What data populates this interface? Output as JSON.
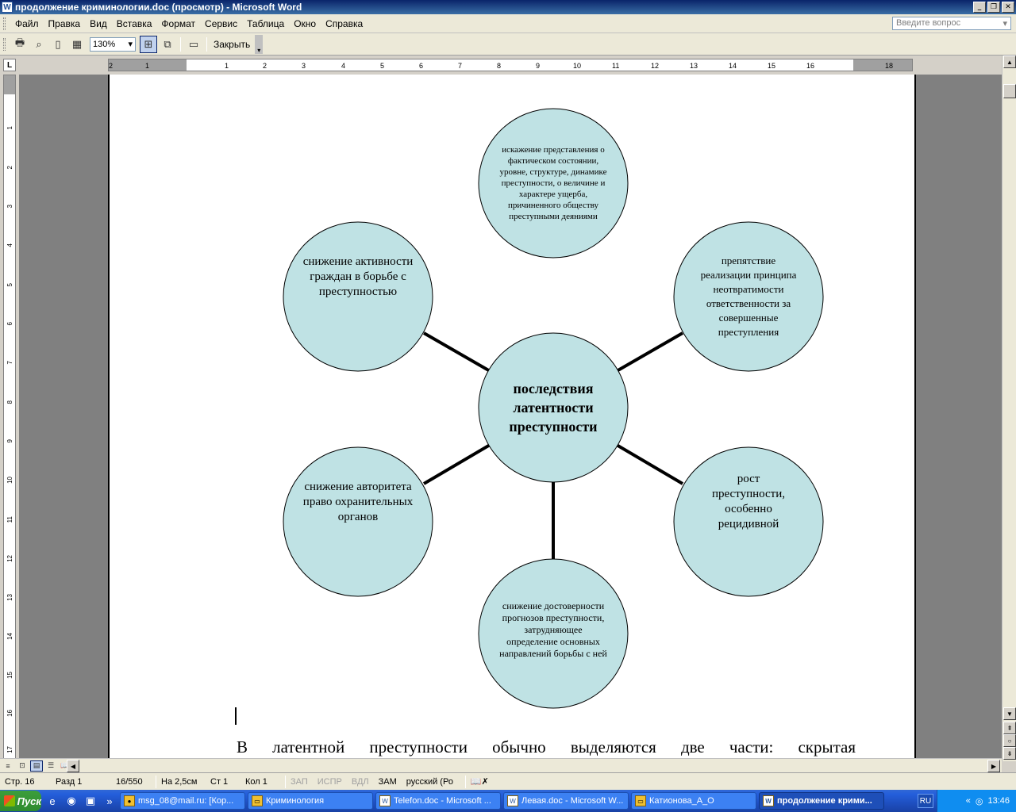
{
  "window": {
    "title": "продолжение криминологии.doc (просмотр) - Microsoft Word",
    "icon_letter": "W"
  },
  "menu": {
    "items": [
      "Файл",
      "Правка",
      "Вид",
      "Вставка",
      "Формат",
      "Сервис",
      "Таблица",
      "Окно",
      "Справка"
    ],
    "ask_placeholder": "Введите вопрос"
  },
  "toolbar": {
    "zoom": "130%",
    "close_label": "Закрыть"
  },
  "ruler": {
    "h_ticks": [
      "2",
      "1",
      "1",
      "2",
      "3",
      "4",
      "5",
      "6",
      "7",
      "8",
      "9",
      "10",
      "11",
      "12",
      "13",
      "14",
      "15",
      "16",
      "18"
    ],
    "v_ticks": [
      "1",
      "2",
      "3",
      "4",
      "5",
      "6",
      "7",
      "8",
      "9",
      "10",
      "11",
      "12",
      "13",
      "14",
      "15",
      "16",
      "17"
    ]
  },
  "diagram": {
    "center": "последствия латентности преступности",
    "nodes": {
      "top": "искажение представления о фактическом состоянии, уровне, структуре, динамике преступности, о величине и характере ущерба, причиненного обществу преступными деяниями",
      "upper_right": "препятствие реализации принципа неотвратимости ответственности за совершенные преступления",
      "lower_right": "рост преступности, особенно рецидивной",
      "bottom": "снижение достоверности прогнозов преступности, затрудняющее определение основных направлений борьбы с ней",
      "lower_left": "снижение авторитета право охранительных органов",
      "upper_left": "снижение активности граждан в борьбе с преступностью"
    },
    "colors": {
      "fill": "#bfe2e4",
      "stroke": "#000000"
    }
  },
  "document": {
    "paragraph": "В латентной преступности обычно выделяются две части: скрытая"
  },
  "status": {
    "page": "Стр. 16",
    "section": "Разд 1",
    "pages": "16/550",
    "at": "На 2,5см",
    "line": "Ст 1",
    "col": "Кол 1",
    "rec": "ЗАП",
    "trk": "ИСПР",
    "ext": "ВДЛ",
    "ovr": "ЗАМ",
    "lang": "русский (Ро"
  },
  "taskbar": {
    "start": "Пуск",
    "tasks": [
      "msg_08@mail.ru: [Кор...",
      "Криминология",
      "Telefon.doc - Microsoft ...",
      "Левая.doc - Microsoft W...",
      "Катионова_А_О",
      "продолжение крими..."
    ],
    "lang": "RU",
    "clock": "13:46"
  }
}
